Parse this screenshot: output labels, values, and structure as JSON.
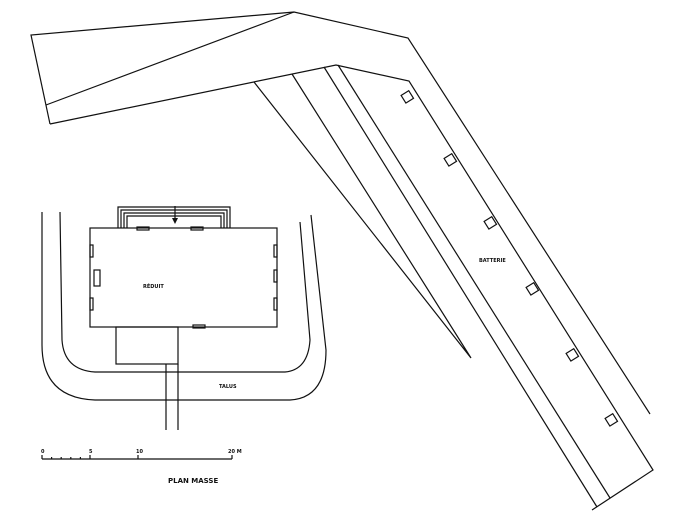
{
  "drawing": {
    "title": "PLAN MASSE",
    "labels": {
      "reduit": "RÉDUIT",
      "talus": "TALUS",
      "batterie": "BATTERIE"
    },
    "scale": {
      "ticks": [
        "0",
        "5",
        "10",
        "20 M"
      ],
      "values_m": [
        0,
        5,
        10,
        20
      ]
    },
    "ink_color": "#111111",
    "paper_color": "#ffffff"
  }
}
